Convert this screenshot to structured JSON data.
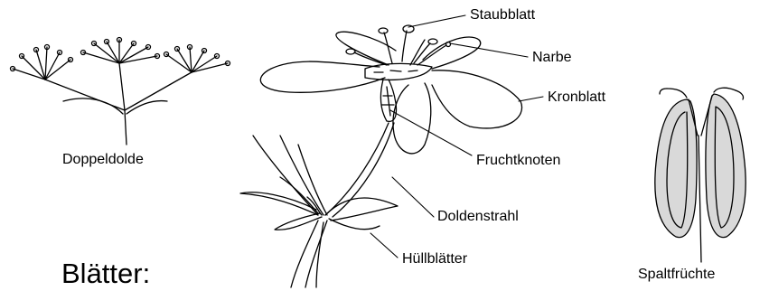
{
  "labels": {
    "staubblatt": "Staubblatt",
    "narbe": "Narbe",
    "kronblatt": "Kronblatt",
    "fruchtknoten": "Fruchtknoten",
    "doldenstrahl": "Doldenstrahl",
    "huellblaetter": "Hüllblätter",
    "doppeldolde": "Doppeldolde",
    "spaltfruechte": "Spaltfrüchte",
    "blaetter": "Blätter:"
  },
  "colors": {
    "ink": "#000000",
    "background": "#ffffff",
    "seed_fill": "#d9d9d9"
  }
}
